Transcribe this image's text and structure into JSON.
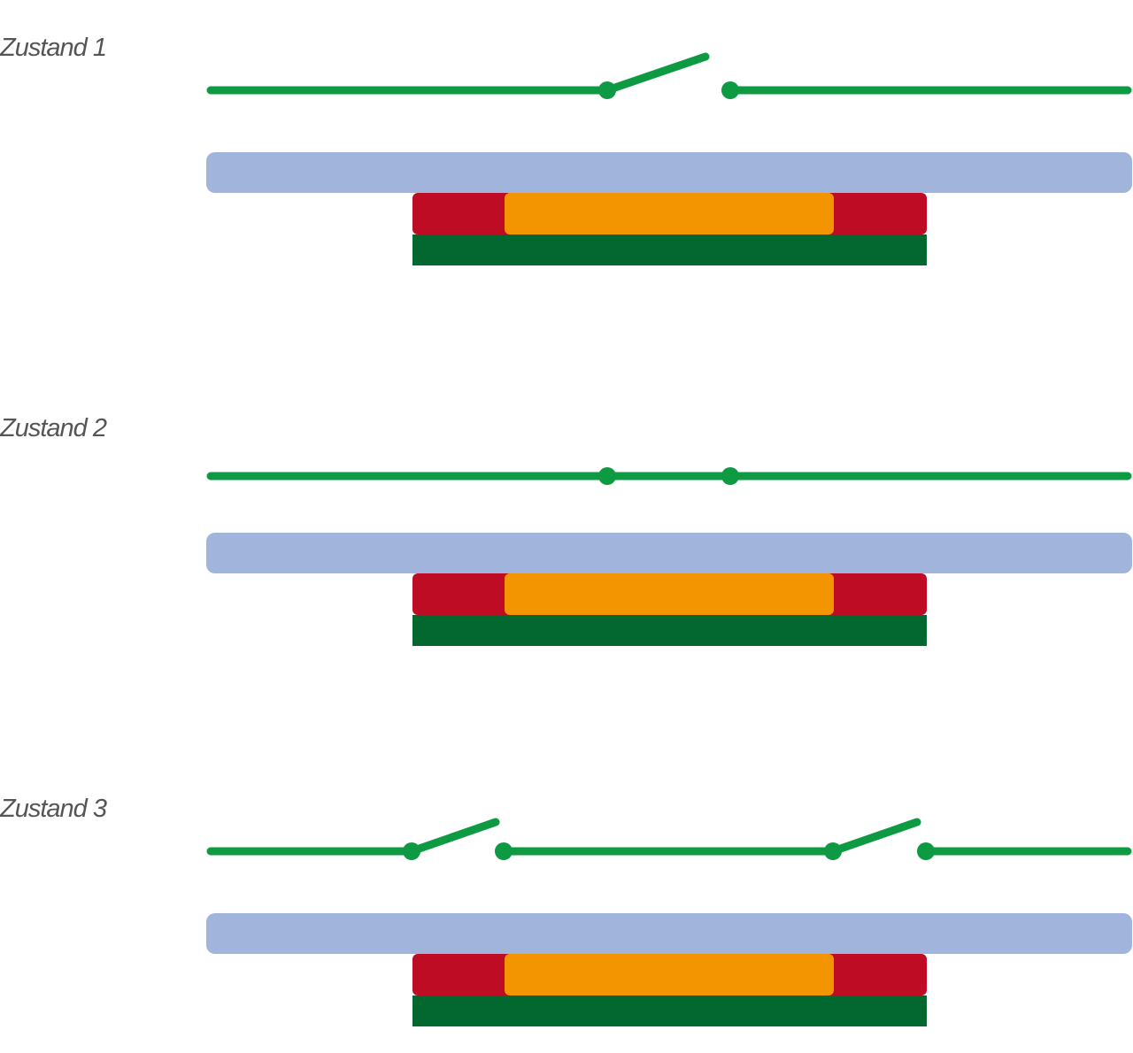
{
  "colors": {
    "wire": "#0d9a42",
    "glass": "#a0b4dc",
    "edge_layer": "#bd0c24",
    "core_layer": "#f39500",
    "base_layer": "#036830"
  },
  "states": [
    {
      "label": "Zustand 1",
      "switches": [
        "open"
      ]
    },
    {
      "label": "Zustand 2",
      "switches": [
        "closed"
      ]
    },
    {
      "label": "Zustand 3",
      "switches": [
        "open",
        "open"
      ]
    }
  ]
}
